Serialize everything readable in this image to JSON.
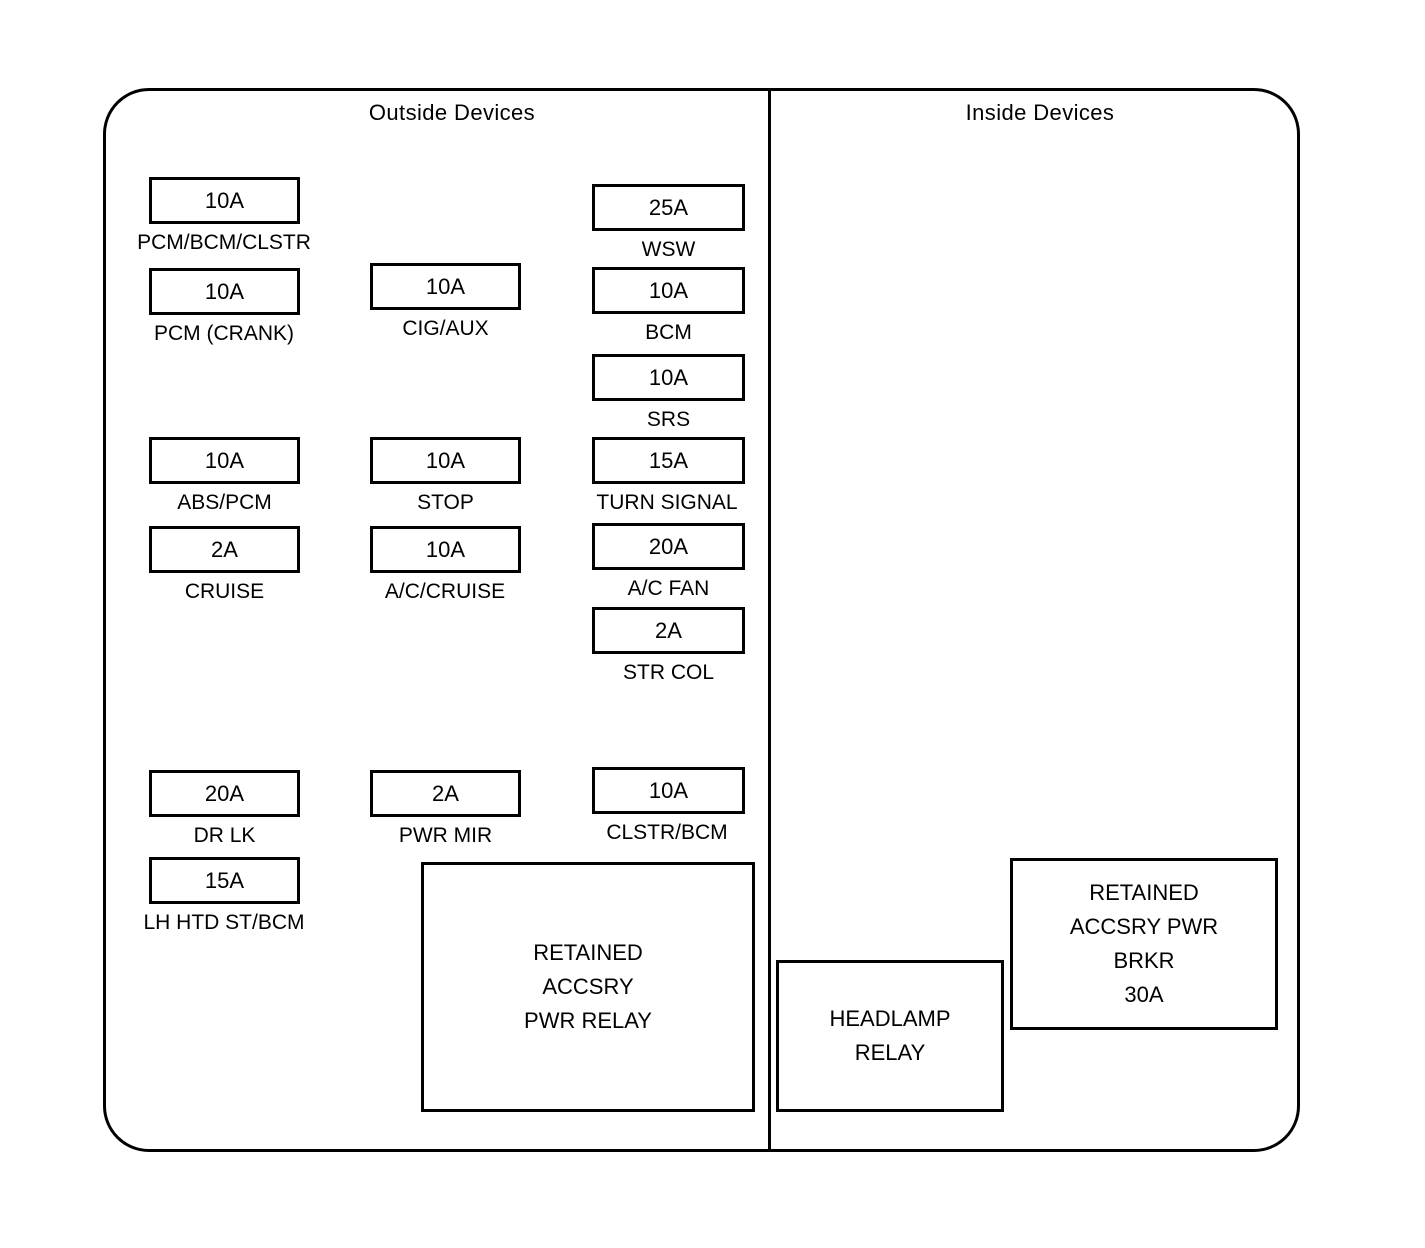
{
  "diagram": {
    "type": "fuse-box-legend",
    "sections": [
      {
        "id": "outside",
        "title": "Outside  Devices"
      },
      {
        "id": "inside",
        "title": "Inside  Devices"
      }
    ],
    "colors": {
      "stroke": "#000000",
      "background": "#ffffff"
    }
  },
  "outside": {
    "columns": [
      {
        "id": "col1",
        "fuses": [
          {
            "rating": "10A",
            "label": "PCM/BCM/CLSTR"
          },
          {
            "rating": "10A",
            "label": "PCM (CRANK)"
          },
          {
            "rating": "10A",
            "label": "ABS/PCM"
          },
          {
            "rating": "2A",
            "label": "CRUISE"
          },
          {
            "rating": "20A",
            "label": "DR LK"
          },
          {
            "rating": "15A",
            "label": "LH HTD ST/BCM"
          }
        ]
      },
      {
        "id": "col2",
        "fuses": [
          {
            "rating": "10A",
            "label": "CIG/AUX"
          },
          {
            "rating": "10A",
            "label": "STOP"
          },
          {
            "rating": "10A",
            "label": "A/C/CRUISE"
          },
          {
            "rating": "2A",
            "label": "PWR MIR"
          }
        ]
      },
      {
        "id": "col3",
        "fuses": [
          {
            "rating": "25A",
            "label": "WSW"
          },
          {
            "rating": "10A",
            "label": "BCM"
          },
          {
            "rating": "10A",
            "label": "SRS"
          },
          {
            "rating": "15A",
            "label": "TURN SIGNAL"
          },
          {
            "rating": "20A",
            "label": "A/C FAN"
          },
          {
            "rating": "2A",
            "label": "STR COL"
          },
          {
            "rating": "10A",
            "label": "CLSTR/BCM"
          }
        ]
      }
    ],
    "relay": {
      "lines": [
        "RETAINED",
        "ACCSRY",
        "PWR RELAY"
      ]
    }
  },
  "inside": {
    "headlamp_relay": {
      "lines": [
        "HEADLAMP",
        "RELAY"
      ]
    },
    "accessory_breaker": {
      "lines": [
        "RETAINED",
        "ACCSRY PWR",
        "BRKR",
        "30A"
      ]
    }
  }
}
